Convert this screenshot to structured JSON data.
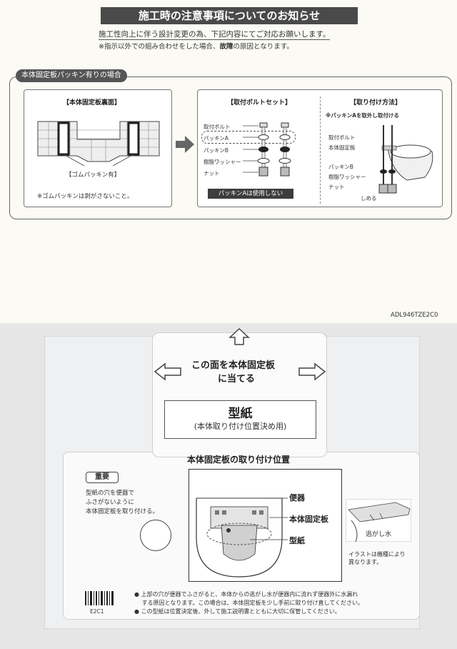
{
  "top": {
    "title": "施工時の注意事項についてのお知らせ",
    "line1": "施工性向上に伴う設計変更の為、下記内容にてご対応お願いします。",
    "line2_a": "※指示以外での組み合わせをした場合、",
    "line2_b": "故障",
    "line2_c": "の原因となります。",
    "section_label": "本体固定板パッキン有りの場合",
    "panel1": {
      "heading": "【本体固定板裏面】",
      "caption": "【ゴムパッキン有】",
      "note": "※ゴムパッキンは剥がさないこと。"
    },
    "panel2": {
      "heading": "【取付ボルトセット】",
      "labels": [
        "取付ボルト",
        "パッキンA",
        "パッキンB",
        "樹脂ワッシャー",
        "ナット"
      ],
      "bar": "パッキンAは使用しない"
    },
    "panel3": {
      "heading": "【取り付け方法】",
      "subheading": "※パッキンAを取外し取付ける",
      "labels": [
        "取付ボルト",
        "本体固定板",
        "パッキンB",
        "樹脂ワッシャー",
        "ナット"
      ],
      "tighten": "しめる"
    },
    "code": "ADL946TZE2C0"
  },
  "bottom": {
    "tab_line1": "この面を本体固定板",
    "tab_line2": "に当てる",
    "label_title": "型紙",
    "label_sub": "(本体取り付け位置決め用)",
    "position_title": "本体固定板の取り付け位置",
    "important": "重要",
    "imp_lines": [
      "型紙の穴を便器で",
      "ふさがないように",
      "本体固定板を取り付ける。"
    ],
    "inset_labels": [
      "便器",
      "本体固定板",
      "型紙"
    ],
    "drain_label": "逃がし水",
    "illus_note": [
      "イラストは機種により",
      "異なります。"
    ],
    "notes": [
      "● 上部の穴が便器でふさがると、本体からの逃がし水が便器内に流れず便器外に水漏れ",
      "　 する原因となります。この場合は、本体固定板を少し手前に取り付け直してください。",
      "● この型紙は位置決定後、外して施工説明書とともに大切に保管してください。"
    ],
    "barcode_text": "E2C1"
  }
}
